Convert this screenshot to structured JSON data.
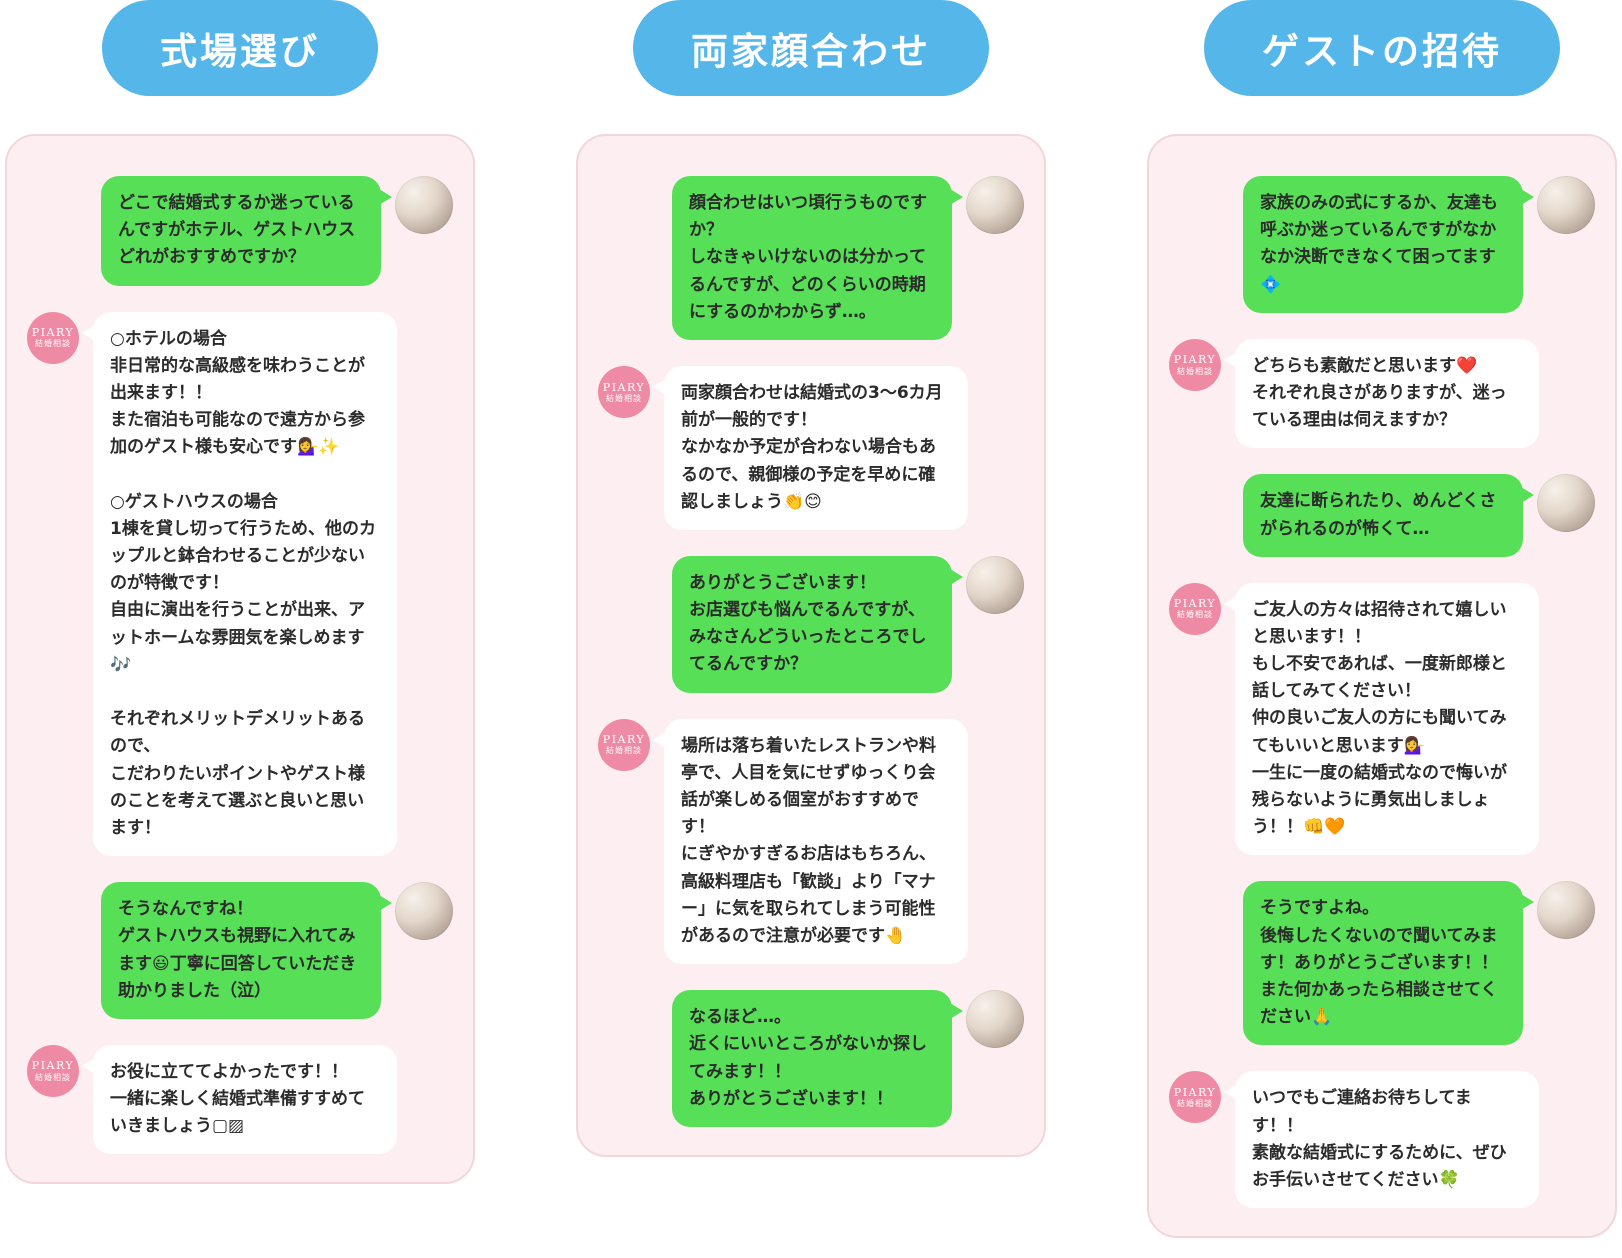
{
  "colors": {
    "header_bg": "#54b6e9",
    "panel_bg": "#fdeff1",
    "panel_border": "#f3d6dc",
    "bubble_green": "#57df57",
    "bubble_white": "#ffffff",
    "piary_pink": "#ef8aa4",
    "text": "#2b2b2b"
  },
  "piary": {
    "name": "PIARY",
    "subtitle": "結婚相談"
  },
  "columns": [
    {
      "title": "式場選び",
      "messages": [
        {
          "side": "right",
          "sender": "user",
          "text": "どこで結婚式するか迷っているんですがホテル、ゲストハウスどれがおすすめですか？"
        },
        {
          "side": "left",
          "sender": "piary",
          "text": "○ホテルの場合\n非日常的な高級感を味わうことが出来ます！！\nまた宿泊も可能なので遠方から参加のゲスト様も安心です💁‍♀️✨\n\n○ゲストハウスの場合\n1棟を貸し切って行うため、他のカップルと鉢合わせることが少ないのが特徴です！\n自由に演出を行うことが出来、アットホームな雰囲気を楽しめます🎶\n\nそれぞれメリットデメリットあるので、\nこだわりたいポイントやゲスト様のことを考えて選ぶと良いと思います！"
        },
        {
          "side": "right",
          "sender": "user",
          "text": "そうなんですね！\nゲストハウスも視野に入れてみます😃丁寧に回答していただき助かりました（泣）"
        },
        {
          "side": "left",
          "sender": "piary",
          "text": "お役に立ててよかったです！！\n一緒に楽しく結婚式準備すすめていきましょう▢▨"
        }
      ]
    },
    {
      "title": "両家顔合わせ",
      "messages": [
        {
          "side": "right",
          "sender": "user",
          "text": "顔合わせはいつ頃行うものですか？\nしなきゃいけないのは分かってるんですが、どのくらいの時期にするのかわからず…。"
        },
        {
          "side": "left",
          "sender": "piary",
          "text": "両家顔合わせは結婚式の3～6カ月前が一般的です！\nなかなか予定が合わない場合もあるので、親御様の予定を早めに確認しましょう👏😊"
        },
        {
          "side": "right",
          "sender": "user",
          "text": "ありがとうございます！\nお店選びも悩んでるんですが、みなさんどういったところでしてるんですか？"
        },
        {
          "side": "left",
          "sender": "piary",
          "text": "場所は落ち着いたレストランや料亭で、人目を気にせずゆっくり会話が楽しめる個室がおすすめです！\nにぎやかすぎるお店はもちろん、高級料理店も「歓談」より「マナー」に気を取られてしまう可能性があるので注意が必要です🤚"
        },
        {
          "side": "right",
          "sender": "user",
          "text": "なるほど…。\n近くにいいところがないか探してみます！！\nありがとうございます！！"
        }
      ]
    },
    {
      "title": "ゲストの招待",
      "messages": [
        {
          "side": "right",
          "sender": "user",
          "text": "家族のみの式にするか、友達も呼ぶか迷っているんですがなかなか決断できなくて困ってます💠"
        },
        {
          "side": "left",
          "sender": "piary",
          "text": "どちらも素敵だと思います❤️\nそれぞれ良さがありますが、迷っている理由は伺えますか？"
        },
        {
          "side": "right",
          "sender": "user",
          "text": "友達に断られたり、めんどくさがられるのが怖くて…"
        },
        {
          "side": "left",
          "sender": "piary",
          "text": "ご友人の方々は招待されて嬉しいと思います！！\nもし不安であれば、一度新郎様と話してみてください！\n仲の良いご友人の方にも聞いてみてもいいと思います💁‍♀️\n一生に一度の結婚式なので悔いが残らないように勇気出しましょう！！👊🧡"
        },
        {
          "side": "right",
          "sender": "user",
          "text": "そうですよね。\n後悔したくないので聞いてみます！ありがとうございます！！また何かあったら相談させてください🙏"
        },
        {
          "side": "left",
          "sender": "piary",
          "text": "いつでもご連絡お待ちしてます！！\n素敵な結婚式にするために、ぜひお手伝いさせてください🍀"
        }
      ]
    }
  ]
}
